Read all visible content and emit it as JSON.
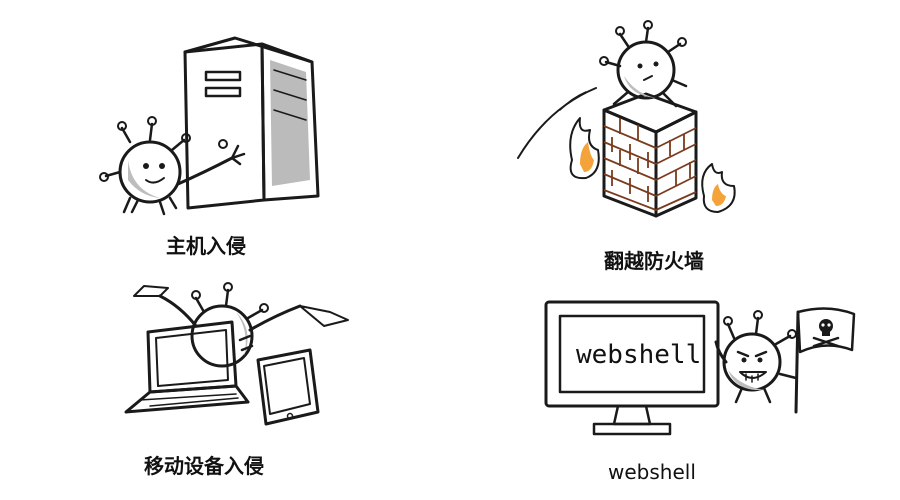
{
  "panels": [
    {
      "caption": "主机入侵"
    },
    {
      "caption": "翻越防火墙"
    },
    {
      "caption": "移动设备入侵"
    },
    {
      "caption": "webshell",
      "screen_text": "webshell"
    }
  ],
  "colors": {
    "ink": "#1a1a1a",
    "server_shade": "#9a9a9a",
    "brick": "#e98b5a",
    "brick_line": "#7a3b1e",
    "flame_outer": "#e8441b",
    "flame_inner": "#f4a33a",
    "screen_blue": "#bfe3f5",
    "monitor_gray": "#c9c9c9"
  }
}
